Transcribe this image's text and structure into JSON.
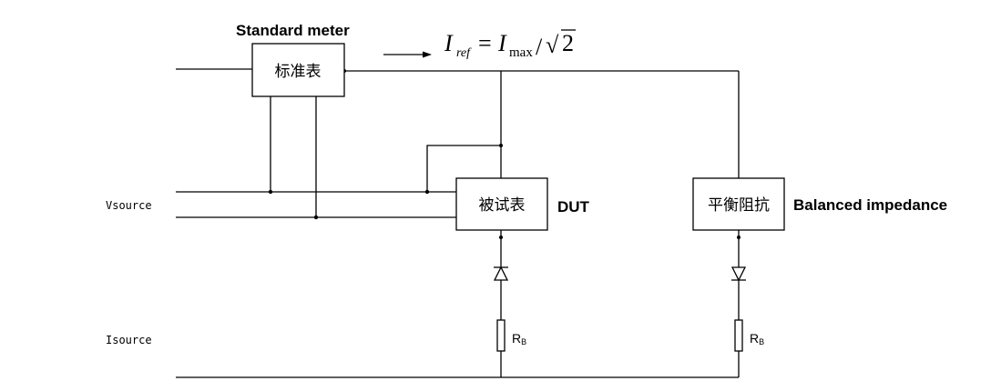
{
  "labels": {
    "standard_meter_en": "Standard meter",
    "standard_meter_zh": "标准表",
    "dut_zh": "被试表",
    "dut_en": "DUT",
    "balanced_zh": "平衡阻抗",
    "balanced_en": "Balanced impedance",
    "vsource": "Vsource",
    "isource": "Isource"
  },
  "resistor_left": {
    "label": "R",
    "subscript": "B"
  },
  "resistor_right": {
    "label": "R",
    "subscript": "B"
  },
  "formula": {
    "lhs": "I",
    "lhs_sub": "ref",
    "equals": "=",
    "rhs": "I",
    "rhs_sub": "max",
    "divider": "/",
    "radical": "√",
    "radicand": "2"
  }
}
